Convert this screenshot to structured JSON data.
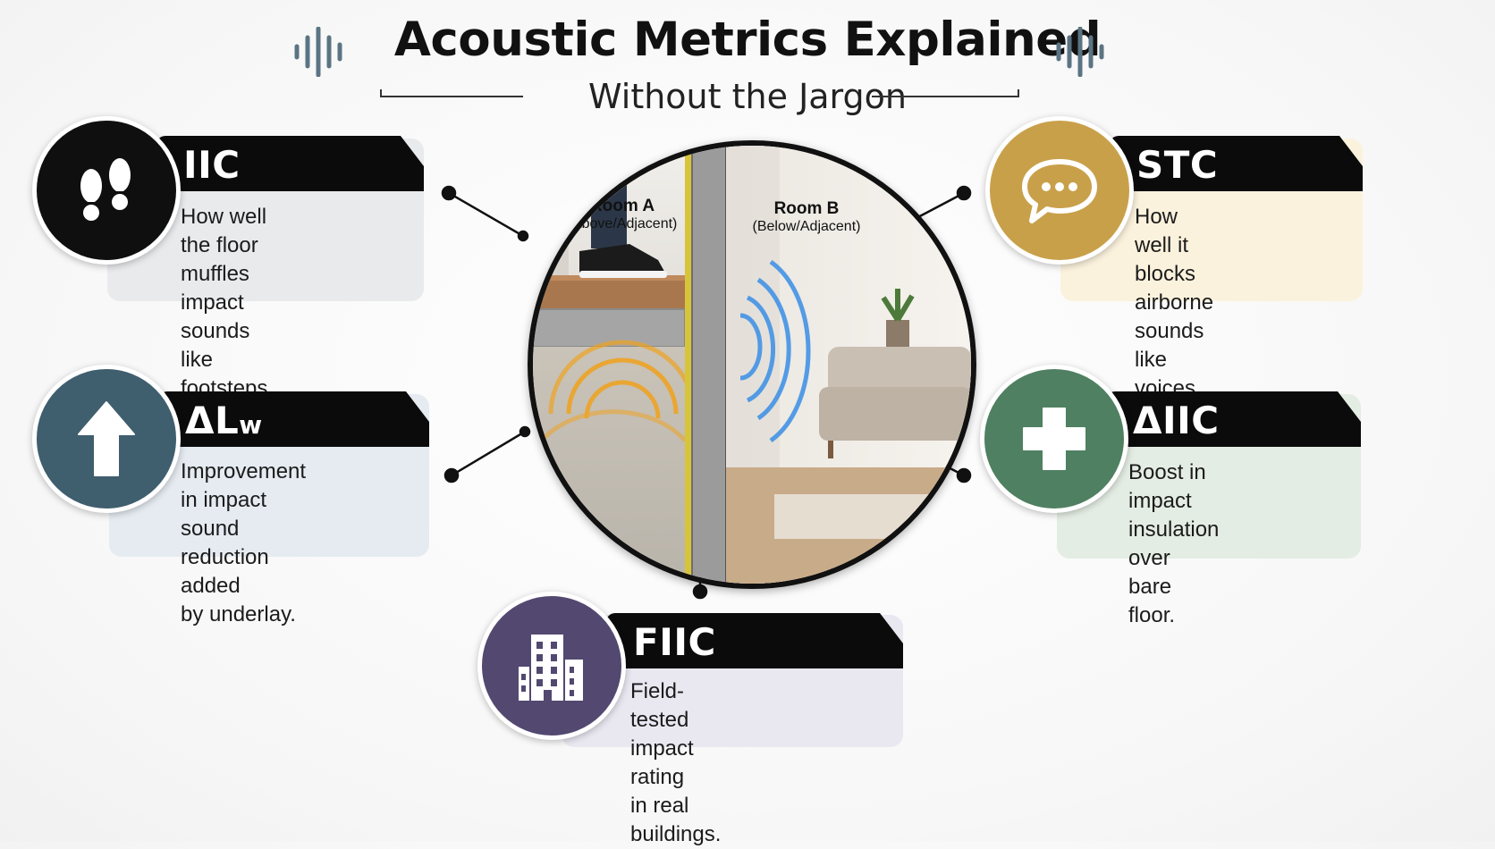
{
  "header": {
    "title": "Acoustic Metrics Explained",
    "subtitle": "Without the Jargon"
  },
  "scene": {
    "room_a": {
      "name": "Room A",
      "sub": "(Above/Adjacent)"
    },
    "room_b": {
      "name": "Room B",
      "sub": "(Below/Adjacent)"
    }
  },
  "metrics": [
    {
      "id": "iic",
      "label": "IIC",
      "lines": "How well the floor\nmuffles impact sounds\nlike footsteps above.",
      "icon": "footprints-icon",
      "color": "#0f0f0f",
      "panel": "#e9eaec"
    },
    {
      "id": "stc",
      "label": "STC",
      "lines": "How well it blocks\nairborne sounds like\nvoices and music.",
      "icon": "speech-bubble-icon",
      "color": "#c9a04a",
      "panel": "#fbf2dd"
    },
    {
      "id": "dlw",
      "label": "ΔL",
      "label_sub": "w",
      "lines": "Improvement in impact\nsound reduction added\nby underlay.",
      "icon": "up-arrow-icon",
      "color": "#3f5e6e",
      "panel": "#e5ebf1"
    },
    {
      "id": "diic",
      "label": "ΔIIC",
      "lines": "Boost in impact\ninsulation over\nbare floor.",
      "icon": "plus-icon",
      "color": "#4f8061",
      "panel": "#e4ede3"
    },
    {
      "id": "fiic",
      "label": "FIIC",
      "lines": "Field-tested impact rating\nin real buildings.",
      "icon": "building-icon",
      "color": "#534870",
      "panel": "#e9e8f1"
    }
  ]
}
